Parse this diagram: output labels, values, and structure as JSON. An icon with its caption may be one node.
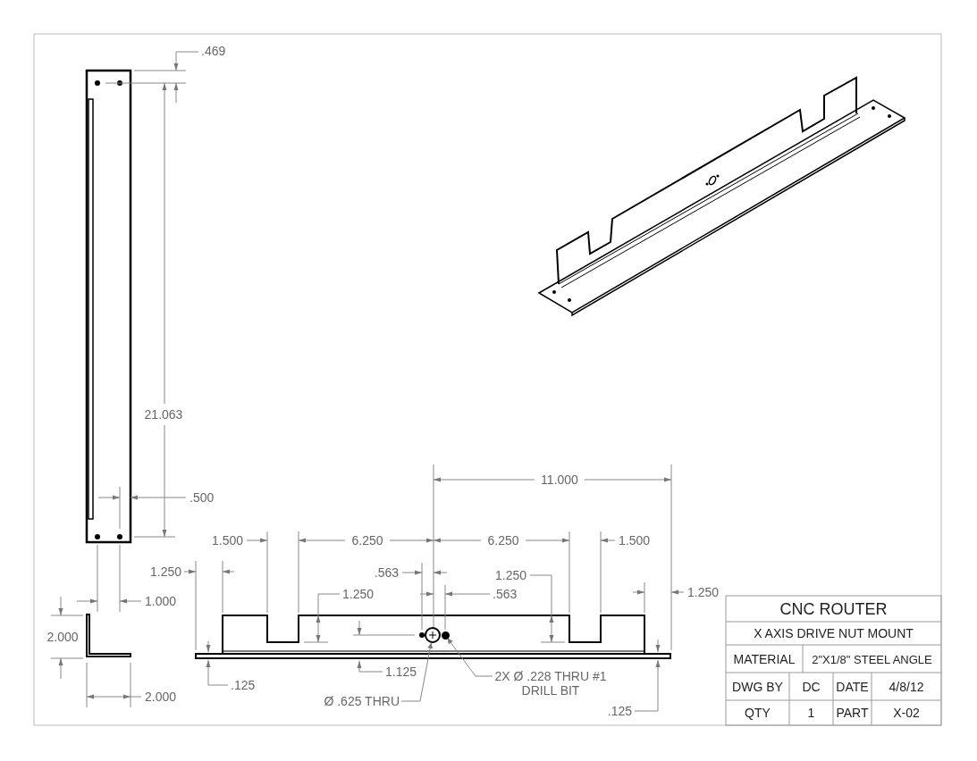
{
  "diagram": {
    "nodes": [
      {
        "text": [
          "Ø .625 THRU"
        ]
      },
      {
        "text": [],
        "shape": "circle"
      },
      {
        "text": [
          "2X Ø .228 THRU #1 DRILL BIT"
        ]
      },
      {
        "text": [],
        "shape": "circle"
      }
    ],
    "edges": [
      {
        "from": 0,
        "to": 1,
        "arrow": "to"
      },
      {
        "from": 2,
        "to": 3,
        "arrow": "to"
      }
    ],
    "labels": [
      ".469",
      "21.063",
      "11.000",
      ".500",
      "1.500",
      "6.250",
      "6.250",
      "1.500",
      "1.250",
      ".563",
      "1.250",
      "1.250",
      ".563",
      "1.000",
      "1.250",
      "2.000",
      "1.125",
      ".125",
      "2.000",
      ".125",
      "CNC ROUTER",
      "X AXIS DRIVE NUT MOUNT",
      "MATERIAL",
      "2\"X1/8\" STEEL ANGLE",
      "DWG BY",
      "DC",
      "DATE",
      "4/8/12",
      "QTY",
      "1",
      "PART",
      "X-02"
    ]
  }
}
